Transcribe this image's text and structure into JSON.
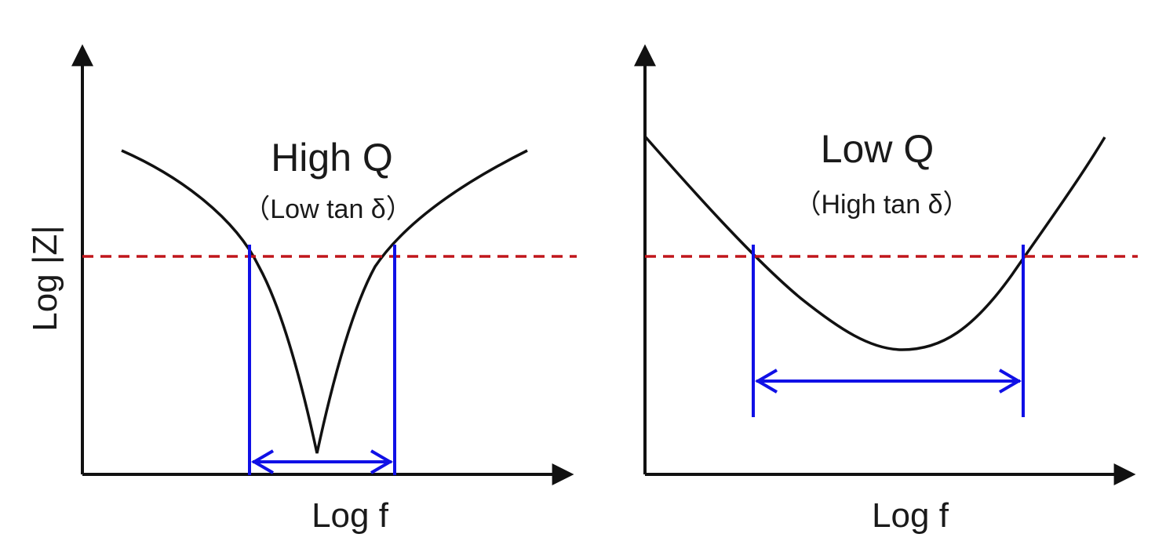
{
  "left_panel": {
    "title": "High Q",
    "subtitle": "（Low tan δ）",
    "x_label": "Log f",
    "y_label": "Log |Z|"
  },
  "right_panel": {
    "title": "Low Q",
    "subtitle": "（High tan δ）",
    "x_label": "Log f"
  },
  "colors": {
    "curve": "#111111",
    "threshold": "#c0161b",
    "bandwidth": "#1010e6",
    "axis": "#111111"
  }
}
